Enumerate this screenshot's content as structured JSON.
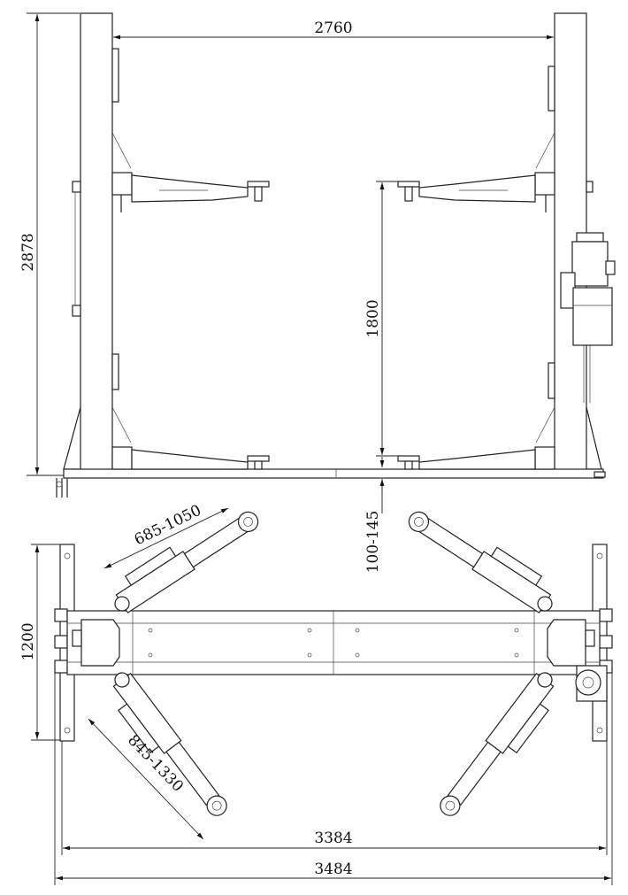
{
  "dimensions": {
    "column_spacing": "2760",
    "total_height": "2878",
    "max_lift_height": "1800",
    "min_pad_height": "100-145",
    "base_depth": "1200",
    "short_arm_range": "685-1050",
    "long_arm_range": "845-1330",
    "inner_width": "3384",
    "overall_width": "3484"
  },
  "colors": {
    "line": "#222222",
    "background": "#ffffff"
  }
}
